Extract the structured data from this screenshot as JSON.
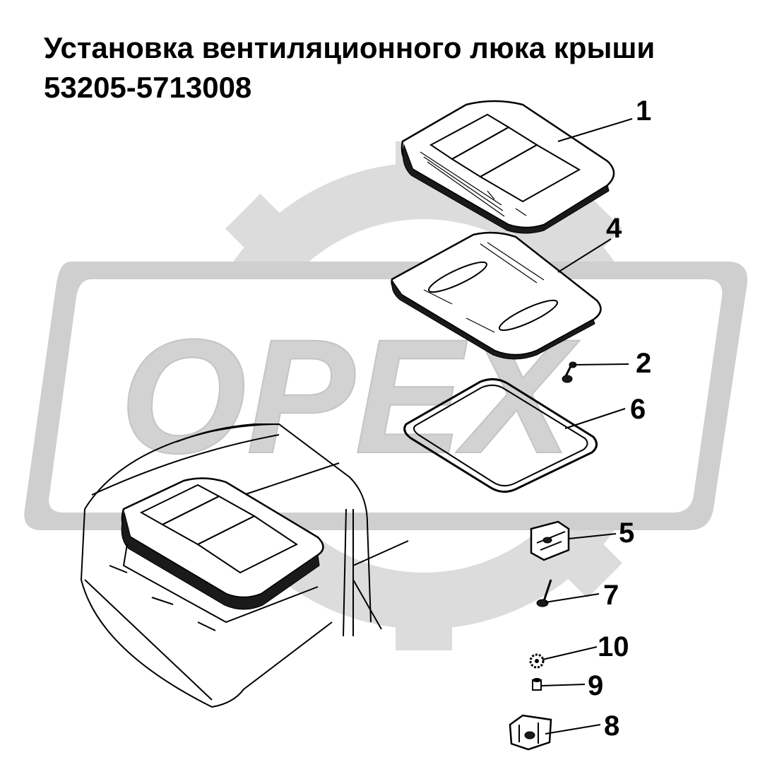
{
  "title": {
    "line1": "Установка вентиляционного люка крыши",
    "line2": "53205-5713008"
  },
  "watermark": {
    "text": "OPEX",
    "color": "#d2d2d2"
  },
  "callouts": [
    {
      "id": "1",
      "label": "1"
    },
    {
      "id": "4",
      "label": "4"
    },
    {
      "id": "2",
      "label": "2"
    },
    {
      "id": "6",
      "label": "6"
    },
    {
      "id": "5",
      "label": "5"
    },
    {
      "id": "7",
      "label": "7"
    },
    {
      "id": "10",
      "label": "10"
    },
    {
      "id": "9",
      "label": "9"
    },
    {
      "id": "8",
      "label": "8"
    }
  ]
}
